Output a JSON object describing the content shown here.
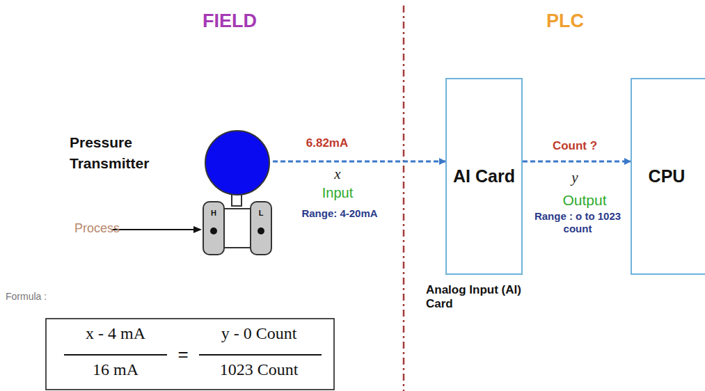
{
  "diagram": {
    "nodes": [
      {
        "text": [
          "Pressure Transmitter"
        ]
      },
      {
        "text": [
          "AI Card"
        ]
      },
      {
        "text": [
          "CPU"
        ]
      }
    ],
    "edges": [
      {
        "from": 0,
        "to": 1,
        "arrow": "to"
      },
      {
        "from": 1,
        "to": 2,
        "arrow": "to"
      }
    ],
    "labels": [
      "FIELD",
      "PLC",
      "Process",
      "H",
      "L",
      "6.82mA",
      "x",
      "Input",
      "Range: 4-20mA",
      "Count ?",
      "y",
      "Output",
      "Range : o to 1023 count",
      "Analog Input (AI) Card",
      "Formula :",
      "x - 4 mA",
      "16 mA",
      "=",
      "y - 0 Count",
      "1023 Count"
    ]
  }
}
